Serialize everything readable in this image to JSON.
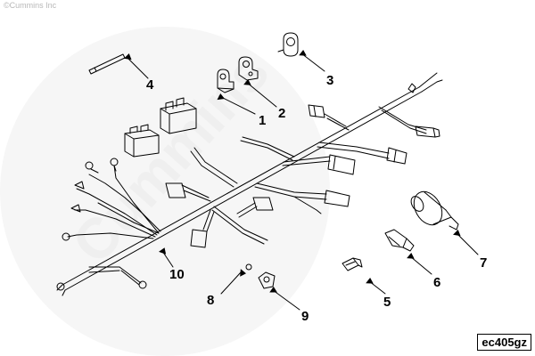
{
  "copyright": "©Cummins Inc",
  "watermark": "Cummins",
  "drawing_code": "ec405gz",
  "callouts": [
    "1",
    "2",
    "3",
    "4",
    "5",
    "6",
    "7",
    "8",
    "9",
    "10"
  ],
  "colors": {
    "line": "#000000",
    "watermark": "#efefef",
    "background": "#ffffff"
  }
}
